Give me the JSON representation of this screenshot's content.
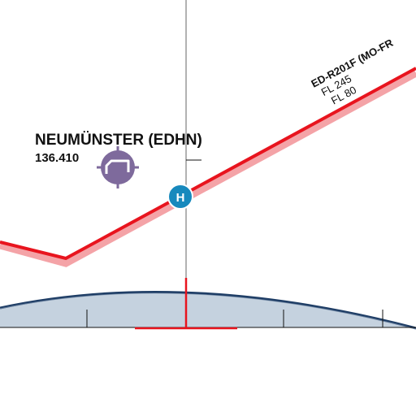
{
  "airport": {
    "name": "NEUMÜNSTER (EDHN)",
    "frequency": "136.410"
  },
  "restricted_area": {
    "name": "ED-R201F (MO-FR",
    "upper_limit": "FL 245",
    "lower_limit": "FL 80"
  },
  "heliport": {
    "symbol": "H"
  },
  "colors": {
    "restricted_line": "#e8141e",
    "restricted_buffer": "#f4a3a7",
    "airport_symbol": "#7e6a9c",
    "heliport_symbol": "#1789bd",
    "controlled_zone_fill": "#c5d2df",
    "controlled_zone_border": "#1f3e66",
    "meridian": "#888888"
  }
}
